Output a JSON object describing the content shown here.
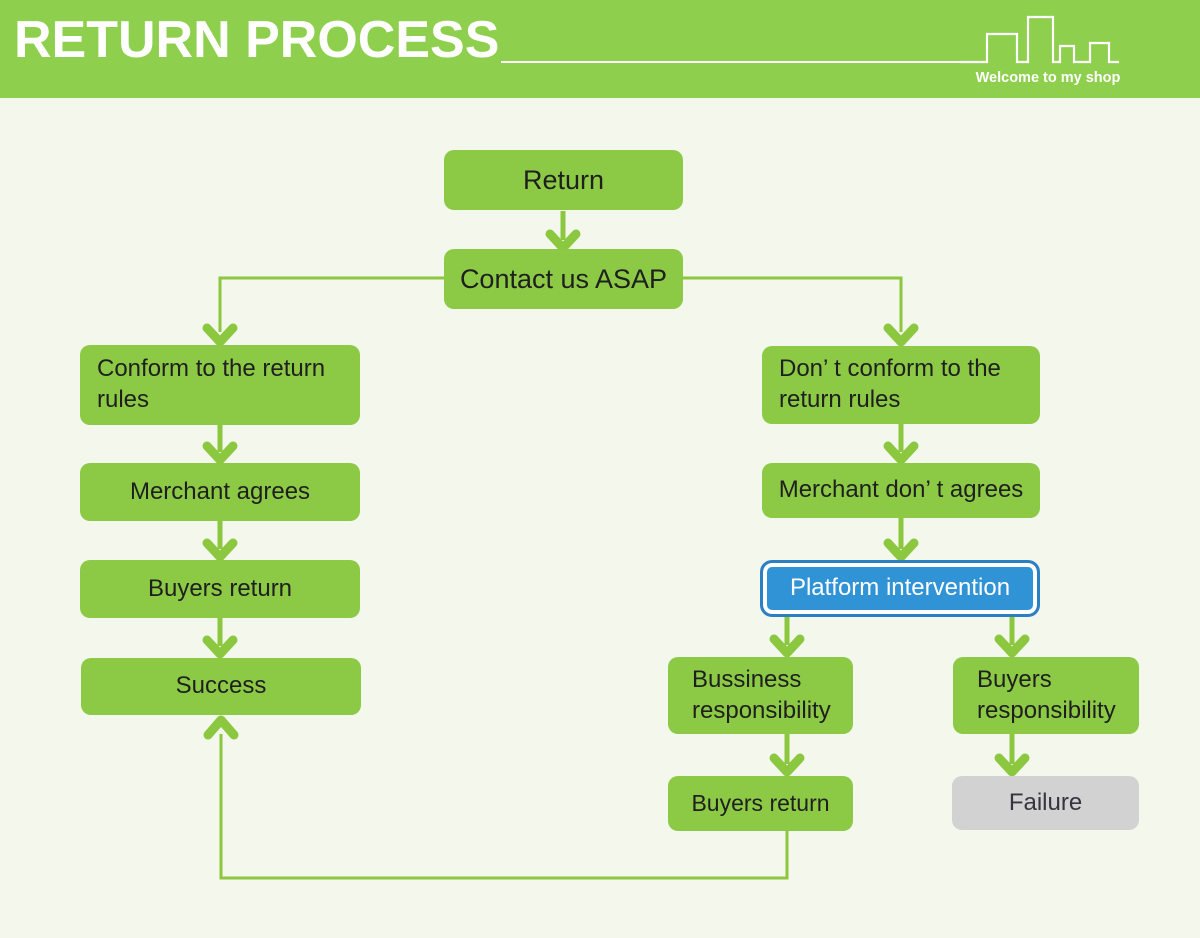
{
  "header": {
    "title": "RETURN PROCESS",
    "tagline": "Welcome to my shop"
  },
  "nodes": {
    "return": {
      "label": "Return"
    },
    "contact": {
      "label": "Contact us ASAP"
    },
    "conform": {
      "label": "Conform to the return rules"
    },
    "merchant_agrees": {
      "label": "Merchant agrees"
    },
    "buyers_return_left": {
      "label": "Buyers return"
    },
    "success": {
      "label": "Success"
    },
    "dont_conform": {
      "label": "Don’ t conform to the return rules"
    },
    "merchant_dont_agrees": {
      "label": "Merchant don’ t agrees"
    },
    "platform_intervention": {
      "label": "Platform intervention"
    },
    "business_responsibility": {
      "label": "Bussiness responsibility"
    },
    "buyers_responsibility": {
      "label": "Buyers responsibility"
    },
    "buyers_return_right": {
      "label": "Buyers return"
    },
    "failure": {
      "label": "Failure"
    }
  },
  "colors": {
    "header_green": "#8ed04e",
    "box_green": "#8cca45",
    "line_green": "#8bc73f",
    "blue_fill": "#3093d6",
    "blue_border": "#2c7fc2",
    "gray_fill": "#d2d2d3",
    "background": "#f4f7ec",
    "text_dark": "#1f1f1f",
    "failure_text": "#35353f"
  }
}
